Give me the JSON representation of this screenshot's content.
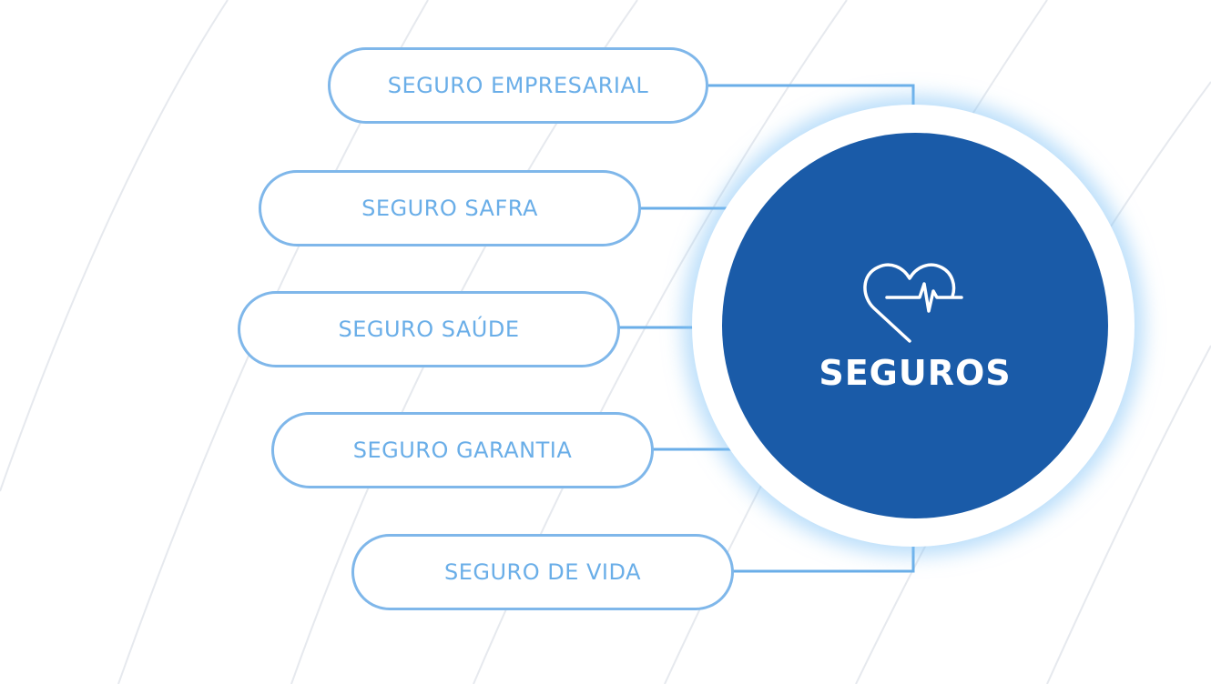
{
  "hub": {
    "title": "SEGUROS",
    "icon": "heart-pulse-icon",
    "fill_color": "#1a5ba8"
  },
  "items": [
    {
      "label": "SEGURO EMPRESARIAL"
    },
    {
      "label": "SEGURO SAFRA"
    },
    {
      "label": "SEGURO SAÚDE"
    },
    {
      "label": "SEGURO GARANTIA"
    },
    {
      "label": "SEGURO DE VIDA"
    }
  ],
  "colors": {
    "outline": "#7fb7ea",
    "label_text": "#6aaee8",
    "connector": "#6aaee8",
    "background_lines": "#e6e9ee"
  }
}
